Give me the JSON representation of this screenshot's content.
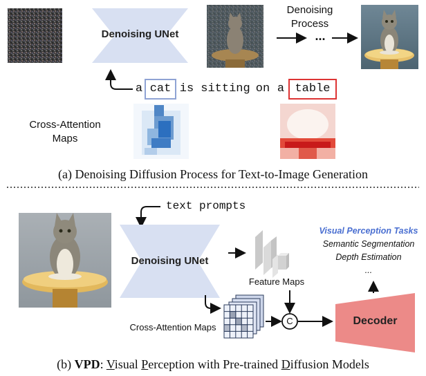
{
  "colors": {
    "unet": "#d8e0f2",
    "decoder": "#ec8a88",
    "tasks_title": "#4a6fd1",
    "cat_box": "#8fa3d4",
    "table_box": "#d33333",
    "map_blue": "#2c6fbf",
    "map_red": "#d62020"
  },
  "panel_a": {
    "unet_label": "Denoising UNet",
    "process_label_1": "Denoising",
    "process_label_2": "Process",
    "ellipsis": "...",
    "prompt_tokens": [
      "a",
      "cat",
      "is",
      "sitting",
      "on",
      "a",
      "table"
    ],
    "cross_attn_label_1": "Cross-Attention",
    "cross_attn_label_2": "Maps",
    "caption": "(a) Denoising Diffusion Process for Text-to-Image Generation"
  },
  "panel_b": {
    "text_prompts": "text prompts",
    "unet_label": "Denoising UNet",
    "feature_maps_label": "Feature Maps",
    "cross_attn_maps_label": "Cross-Attention Maps",
    "concat_symbol": "C",
    "decoder_label": "Decoder",
    "tasks_title": "Visual Perception Tasks",
    "task_1": "Semantic Segmentation",
    "task_2": "Depth Estimation",
    "task_more": "...",
    "caption_prefix": "(b) ",
    "caption_vpd": "VPD",
    "caption_colon": ": ",
    "caption_v": "V",
    "caption_isual": "isual ",
    "caption_p": "P",
    "caption_erception": "erception with Pre-trained ",
    "caption_d": "D",
    "caption_iffusion": "iffusion Models"
  }
}
